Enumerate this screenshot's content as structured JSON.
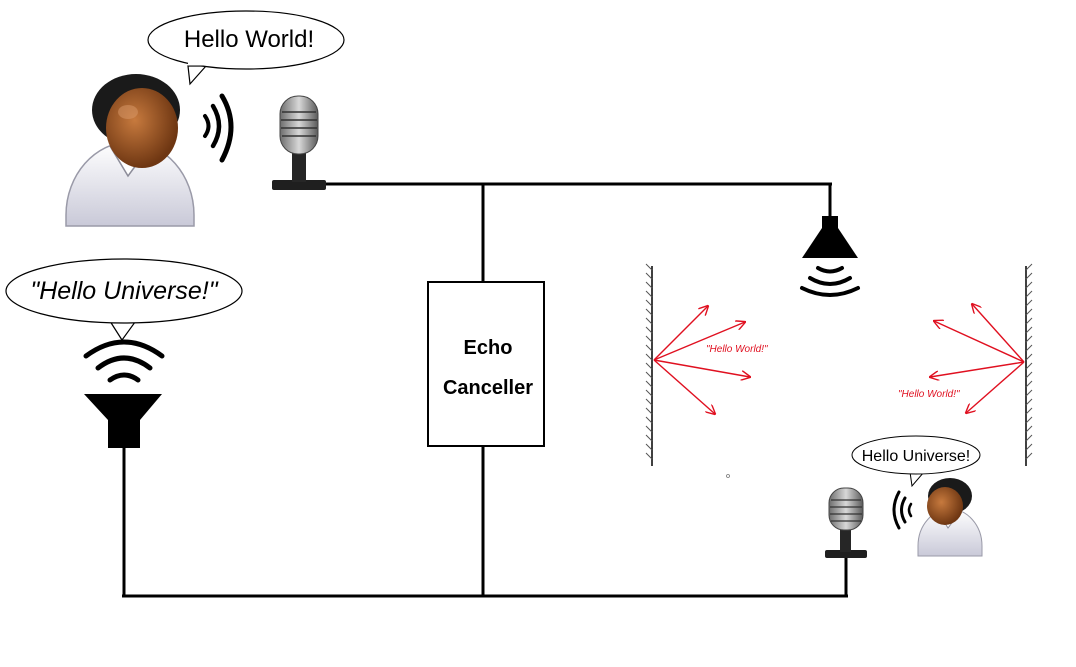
{
  "speech": {
    "person1": "Hello World!",
    "speaker_output": "\"Hello Universe!\"",
    "person2": "Hello Universe!"
  },
  "canceller": {
    "line1": "Echo",
    "line2": "Canceller"
  },
  "echoes": {
    "left": "\"Hello World!\"",
    "right": "\"Hello World!\""
  },
  "colors": {
    "wire": "#000000",
    "echo_arrows": "#e01020",
    "skin": "#8a4a1c",
    "hair": "#1a1a1a",
    "shirt": "#e8e8f2"
  }
}
